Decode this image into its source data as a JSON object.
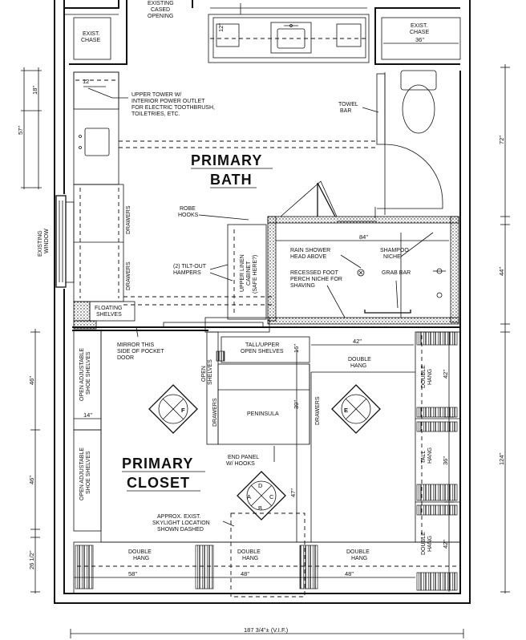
{
  "rooms": {
    "bath": [
      "PRIMARY",
      "BATH"
    ],
    "closet": [
      "PRIMARY",
      "CLOSET"
    ]
  },
  "labels": {
    "existing_cased_opening": [
      "EXISTING",
      "CASED",
      "OPENING"
    ],
    "exist_chase_left": [
      "EXIST.",
      "CHASE"
    ],
    "exist_chase_right": [
      "EXIST.",
      "CHASE"
    ],
    "upper_tower": [
      "UPPER TOWER W/",
      "INTERIOR POWER OUTLET",
      "FOR ELECTRIC TOOTHBRUSH,",
      "TOILETRIES, ETC."
    ],
    "towel_bar": [
      "TOWEL",
      "BAR"
    ],
    "existing_window": [
      "EXISTING",
      "WINDOW"
    ],
    "drawers": "DRAWERS",
    "robe_hooks": [
      "ROBE",
      "HOOKS"
    ],
    "tilt_out_hampers": [
      "(2) TILT-OUT",
      "HAMPERS"
    ],
    "upper_linen_cabinet": [
      "UPPER LINEN",
      "CABINET",
      "(SAFE HERE?)"
    ],
    "rain_shower": [
      "RAIN SHOWER",
      "HEAD ABOVE"
    ],
    "shampoo_niche": [
      "SHAMPOO",
      "NICHE"
    ],
    "foot_perch": [
      "RECESSED FOOT",
      "PERCH NICHE FOR",
      "SHAVING"
    ],
    "grab_bar": "GRAB BAR",
    "floating_shelves": [
      "FLOATING",
      "SHELVES"
    ],
    "mirror_pocket_door": [
      "MIRROR THIS",
      "SIDE OF POCKET",
      "DOOR"
    ],
    "tall_upper_open_shelves": [
      "TALL/UPPER",
      "OPEN SHELVES"
    ],
    "double_hang": [
      "DOUBLE",
      "HANG"
    ],
    "open_shelves": [
      "OPEN",
      "SHELVES"
    ],
    "open_adjustable_shoe_shelves": [
      "OPEN ADJUSTABLE",
      "SHOE SHELVES"
    ],
    "peninsula": "PENINSULA",
    "tall_hang": [
      "TALL",
      "HANG"
    ],
    "end_panel_hooks": [
      "END PANEL",
      "W/ HOOKS"
    ],
    "skylight": [
      "APPROX. EXIST.",
      "SKYLIGHT LOCATION",
      "SHOWN DASHED"
    ],
    "markers": {
      "F": "F",
      "E": "E",
      "A": "A",
      "B": "B",
      "C": "C",
      "D": "D"
    }
  },
  "dimensions": {
    "d12_top": "12\"",
    "d36_chase": "36\"",
    "d12_tower": "12",
    "d18": "18\"",
    "d57": "57\"",
    "d72": "72\"",
    "d84": "84\"",
    "d44": "44\"",
    "d16": "16\"",
    "d42_hang": "42\"",
    "d46_upper": "46\"",
    "d14": "14\"",
    "d39": "39\"",
    "d46_lower": "46\"",
    "d42_side": "42\"",
    "d36_side": "36\"",
    "d42_side2": "42\"",
    "d124": "124\"",
    "d47": "47\"",
    "d26_half": "26 1/2\"",
    "d58": "58\"",
    "d48_a": "48\"",
    "d48_b": "48\"",
    "overall": "187 3/4\"± (V.I.F.)"
  }
}
